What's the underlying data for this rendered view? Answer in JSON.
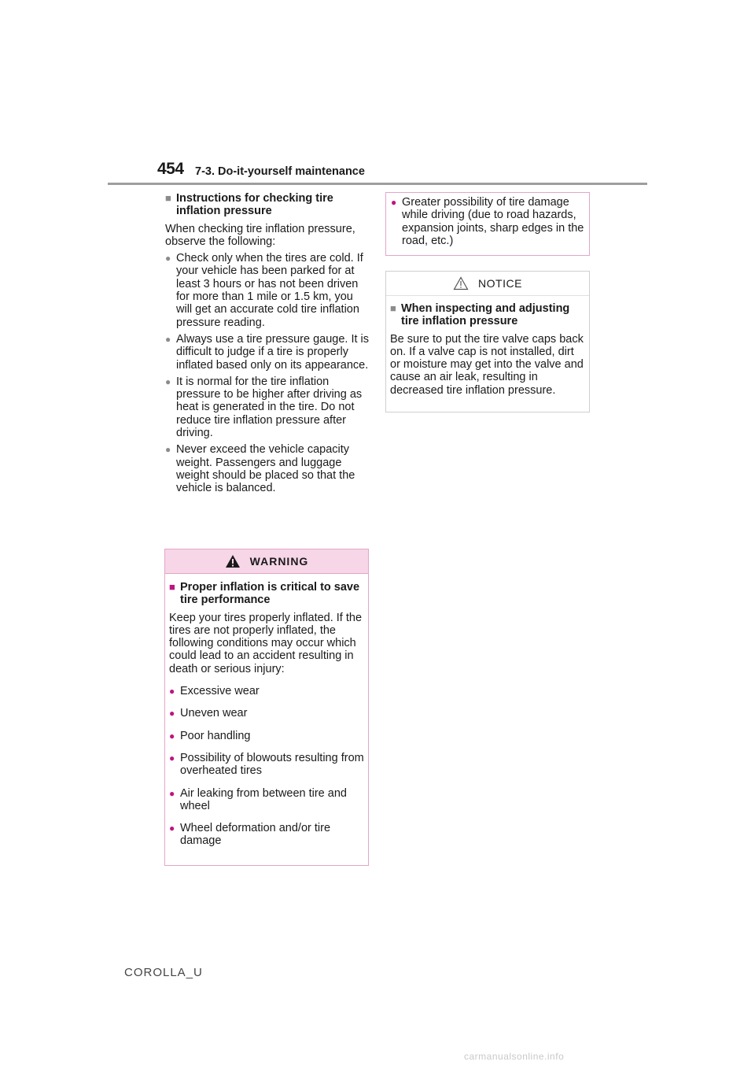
{
  "header": {
    "page_number": "454",
    "section": "7-3. Do-it-yourself maintenance"
  },
  "left": {
    "heading": "Instructions for checking tire inflation pressure",
    "intro": "When checking tire inflation pressure, observe the following:",
    "bullets": [
      "Check only when the tires are cold. If your vehicle has been parked for at least 3 hours or has not been driven for more than 1 mile or 1.5 km, you will get an accurate cold tire inflation pressure reading.",
      "Always use a tire pressure gauge. It is difficult to judge if a tire is properly inflated based only on its appearance.",
      "It is normal for the tire inflation pressure to be higher after driving as heat is generated in the tire. Do not reduce tire inflation pressure after driving.",
      "Never exceed the vehicle capacity weight. Passengers and luggage weight should be placed so that the vehicle is balanced."
    ]
  },
  "warning": {
    "label": "WARNING",
    "heading": "Proper inflation is critical to save tire performance",
    "intro": "Keep your tires properly inflated. If the tires are not properly inflated, the following conditions may occur which could lead to an accident resulting in death or serious injury:",
    "bullets": [
      "Excessive wear",
      "Uneven wear",
      "Poor handling",
      "Possibility of blowouts resulting from overheated tires",
      "Air leaking from between tire and wheel",
      "Wheel deformation and/or tire damage"
    ]
  },
  "continued": {
    "bullet": "Greater possibility of tire damage while driving (due to road hazards, expansion joints, sharp edges in the road, etc.)"
  },
  "notice": {
    "label": "NOTICE",
    "heading": "When inspecting and adjusting tire inflation pressure",
    "text": "Be sure to put the tire valve caps back on. If a valve cap is not installed, dirt or moisture may get into the valve and cause an air leak, resulting in decreased tire inflation pressure."
  },
  "footer": "COROLLA_U",
  "watermark": "carmanualsonline.info",
  "colors": {
    "accent": "#c0147e",
    "warning_bg": "#f7d6e8",
    "rule": "#9e9e9e"
  }
}
